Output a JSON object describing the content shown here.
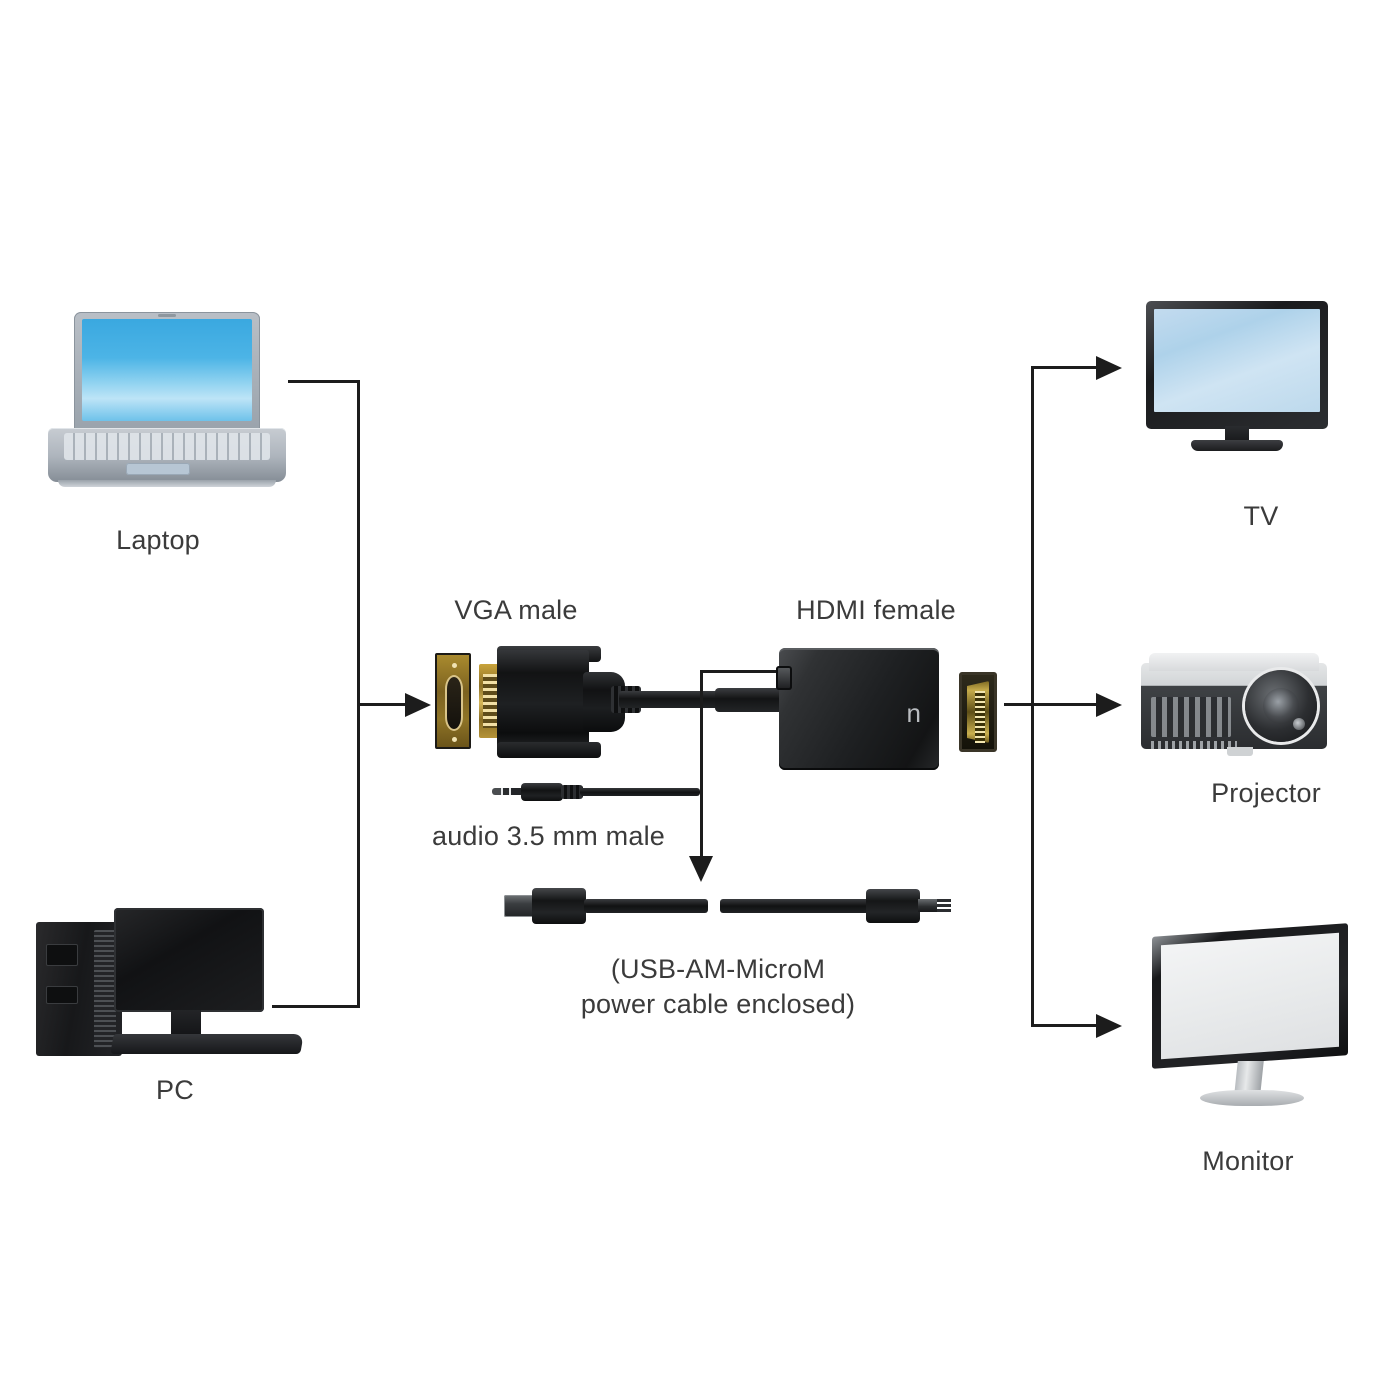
{
  "diagram": {
    "title": "VGA to HDMI adapter connection diagram",
    "background_color": "#ffffff",
    "line_color": "#1c1c1c",
    "text_color": "#3b3b3b"
  },
  "sources": [
    {
      "id": "laptop",
      "label": "Laptop"
    },
    {
      "id": "pc",
      "label": "PC"
    }
  ],
  "adapter": {
    "input_label": "VGA male",
    "audio_label": "audio 3.5 mm male",
    "output_label": "HDMI female",
    "brand_mark": "n",
    "power_cable_label_line1": "(USB-AM-MicroM",
    "power_cable_label_line2": "power cable enclosed)"
  },
  "destinations": [
    {
      "id": "tv",
      "label": "TV"
    },
    {
      "id": "projector",
      "label": "Projector"
    },
    {
      "id": "monitor",
      "label": "Monitor"
    }
  ]
}
